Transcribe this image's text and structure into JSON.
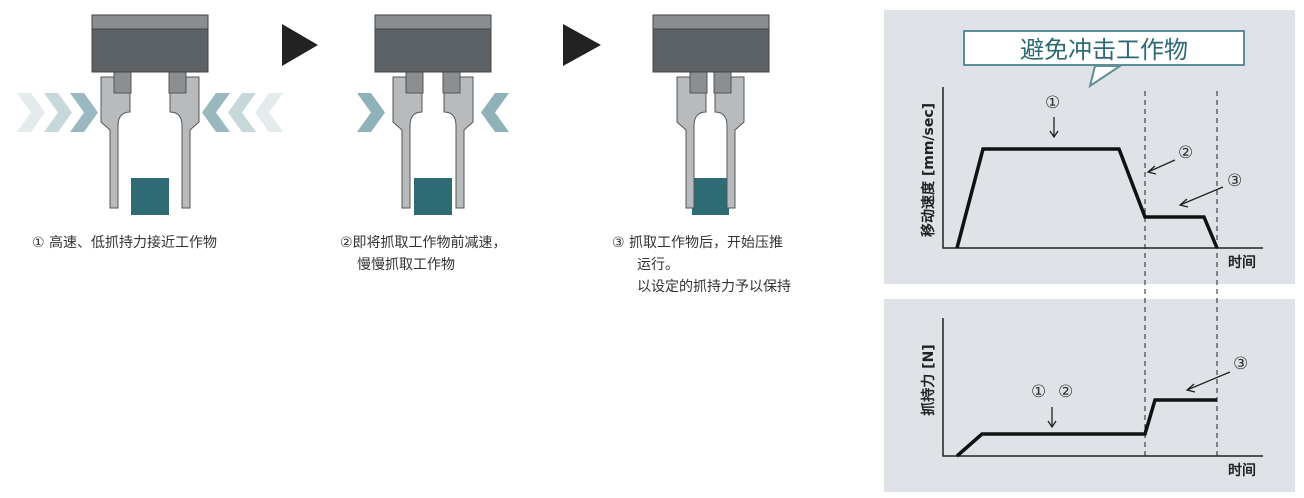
{
  "steps": [
    {
      "caption_lines": [
        "① 高速、低抓持力接近工作物"
      ]
    },
    {
      "caption_lines": [
        "②即将抓取工作物前减速，",
        "慢慢抓取工作物"
      ]
    },
    {
      "caption_lines": [
        "③ 抓取工作物后，开始压推",
        "运行。",
        "以设定的抓持力予以保持"
      ]
    }
  ],
  "callout": "避免冲击工作物",
  "speed_chart": {
    "ylabel": "移动速度 [mm/sec]",
    "xlabel": "时间",
    "markers": [
      "①",
      "②",
      "③"
    ]
  },
  "force_chart": {
    "ylabel": "抓持力 [N]",
    "xlabel": "时间",
    "markers": [
      "①",
      "②",
      "③"
    ]
  },
  "colors": {
    "workpiece": "#2e6b75",
    "body": "#5c6165",
    "finger": "#b8bbbe",
    "chevron": "#8fb1b8",
    "panel": "#dfe3e7",
    "accent": "#2d6a74"
  }
}
